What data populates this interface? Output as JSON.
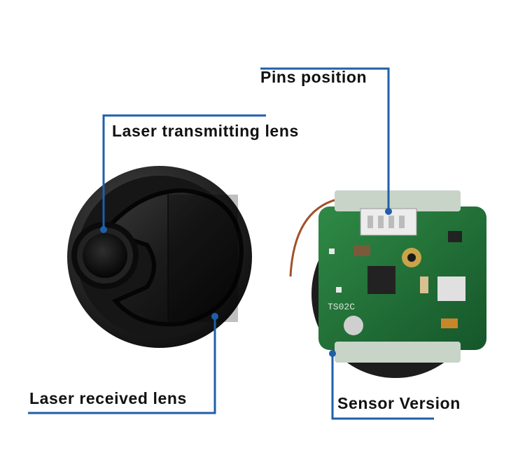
{
  "labels": {
    "pins_position": "Pins position",
    "laser_transmitting_lens": "Laser transmitting lens",
    "laser_received_lens": "Laser received lens",
    "sensor_version": "Sensor Version"
  },
  "board_marking": "TS02C",
  "colors": {
    "leader_line": "#1f5fa8",
    "pcb_green": "#1e6b34",
    "lens_housing": "#1a1a1a"
  }
}
